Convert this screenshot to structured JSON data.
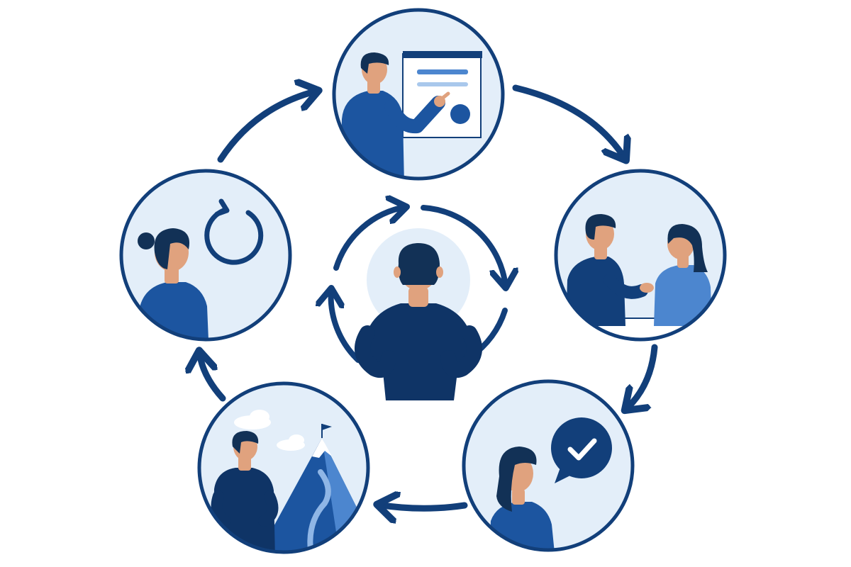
{
  "colors": {
    "navy": "#123f7a",
    "dark": "#0f3466",
    "mid": "#1c55a0",
    "light": "#4c86cf",
    "pale": "#e3eef9",
    "skin": "#e0a27e",
    "hair": "#123156",
    "white": "#ffffff"
  },
  "diagram": {
    "type": "cycle",
    "center": "person-back-view-thinking",
    "stages": [
      {
        "id": "presentation",
        "scene": "person-presenting-at-whiteboard"
      },
      {
        "id": "conversation",
        "scene": "two-people-talking"
      },
      {
        "id": "approval",
        "scene": "woman-with-checkmark-speech-bubble"
      },
      {
        "id": "goal",
        "scene": "person-looking-at-mountain-with-flag"
      },
      {
        "id": "iteration",
        "scene": "woman-with-refresh-cycle-icon"
      }
    ],
    "flow": "clockwise"
  }
}
